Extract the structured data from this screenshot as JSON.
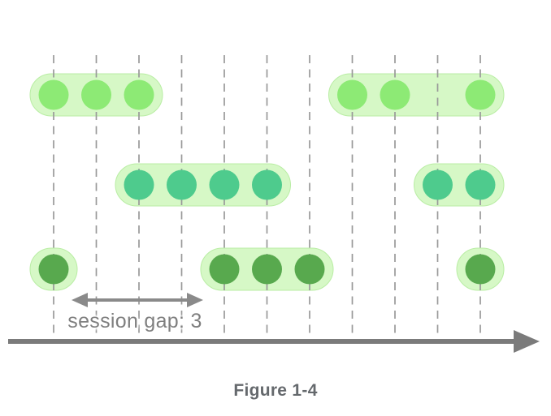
{
  "figure": {
    "caption": "Figure 1-4"
  },
  "diagram": {
    "type": "session-windows-timeline",
    "gap_label": "session gap: 3",
    "session_gap": 3,
    "grid_line_count": 11,
    "colors": {
      "window_fill": "#d6f8c6",
      "window_border": "#b9eda4",
      "grid_line": "#999999",
      "axis": "#7b7b7b",
      "gap_arrow": "#8a8a8a",
      "gap_text": "#7f7f7f",
      "caption_text": "#65696d",
      "row1_dot": "#8dea75",
      "row2_dot": "#4ecb8d",
      "row3_dot": "#58a94e"
    },
    "rows": [
      {
        "name": "stream-row-1",
        "dot_color": "#8dea75",
        "windows": [
          {
            "from": 1,
            "to": 3,
            "dots": [
              1,
              2,
              3
            ]
          },
          {
            "from": 8,
            "to": 11,
            "dots": [
              8,
              9,
              11
            ]
          }
        ]
      },
      {
        "name": "stream-row-2",
        "dot_color": "#4ecb8d",
        "windows": [
          {
            "from": 3,
            "to": 6,
            "dots": [
              3,
              4,
              5,
              6
            ]
          },
          {
            "from": 10,
            "to": 11,
            "dots": [
              10,
              11
            ]
          }
        ]
      },
      {
        "name": "stream-row-3",
        "dot_color": "#58a94e",
        "windows": [
          {
            "from": 1,
            "to": 1,
            "dots": [
              1
            ]
          },
          {
            "from": 5,
            "to": 7,
            "dots": [
              5,
              6,
              7
            ]
          },
          {
            "from": 11,
            "to": 11,
            "dots": [
              11
            ]
          }
        ]
      }
    ]
  }
}
